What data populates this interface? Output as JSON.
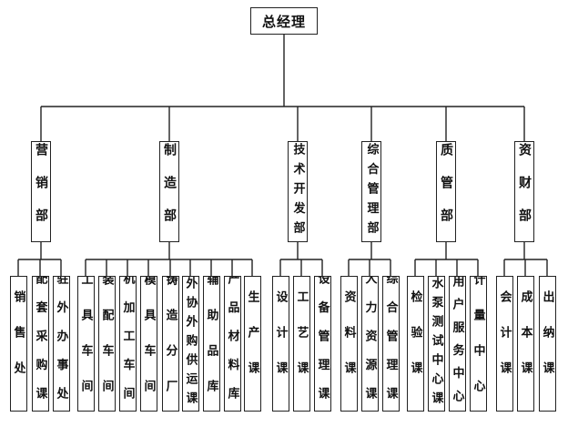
{
  "root": "总经理",
  "departments": [
    {
      "id": "marketing",
      "name": "营销部",
      "units": [
        "销售处",
        "配套采购课",
        "驻外办事处"
      ]
    },
    {
      "id": "manufacturing",
      "name": "制造部",
      "units": [
        "工具车间",
        "装配车间",
        "机加工车间",
        "模具车间",
        "铸造分厂",
        "外协外购供运课",
        "辅助品库",
        "产品材料库",
        "生产课"
      ]
    },
    {
      "id": "tech-dev",
      "name": "技术开发部",
      "units": [
        "设计课",
        "工艺课",
        "设备管理课"
      ]
    },
    {
      "id": "general-mgmt",
      "name": "综合管理部",
      "units": [
        "资料课",
        "人力资源课",
        "综合管理课"
      ]
    },
    {
      "id": "quality",
      "name": "质管部",
      "units": [
        "检验课",
        "水泵测试中心课",
        "用户服务中心",
        "计量中心"
      ]
    },
    {
      "id": "finance",
      "name": "资财部",
      "units": [
        "会计课",
        "成本课",
        "出纳课"
      ]
    }
  ]
}
